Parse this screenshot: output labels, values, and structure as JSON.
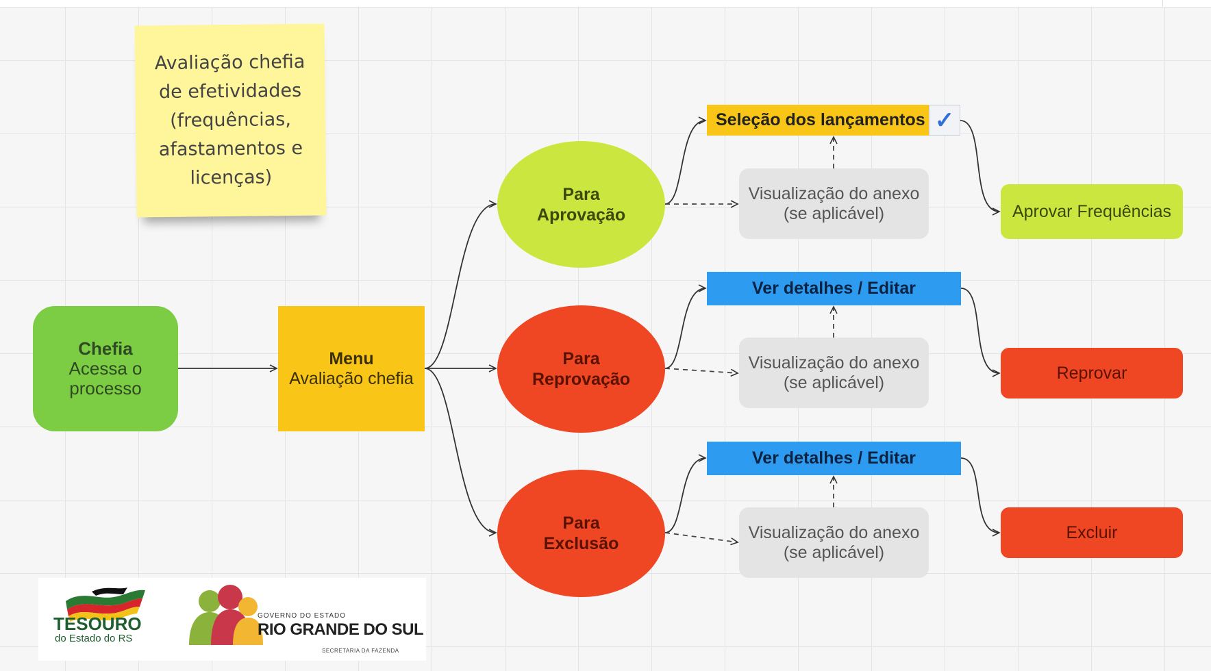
{
  "note": {
    "lines": [
      "Avaliação chefia",
      "de efetividades",
      "(frequências,",
      "afastamentos e",
      "licenças)"
    ]
  },
  "start": {
    "title": "Chefia",
    "line1": "Acessa o",
    "line2": "processo"
  },
  "menu": {
    "title": "Menu",
    "subtitle": "Avaliação chefia"
  },
  "branches": {
    "aprovacao": {
      "line1": "Para",
      "line2": "Aprovação"
    },
    "reprovacao": {
      "line1": "Para",
      "line2": "Reprovação"
    },
    "exclusao": {
      "line1": "Para",
      "line2": "Exclusão"
    }
  },
  "actions": {
    "selecao": "Seleção dos lançamentos",
    "ver_detalhes_1": "Ver detalhes / Editar",
    "ver_detalhes_2": "Ver detalhes / Editar",
    "anexo_line1": "Visualização do anexo",
    "anexo_line2": "(se aplicável)"
  },
  "results": {
    "aprovar": "Aprovar Frequências",
    "reprovar": "Reprovar",
    "excluir": "Excluir"
  },
  "check_icon": "checkmark-icon",
  "logos": {
    "tesouro_word": "TESOURO",
    "tesouro_sub": "do Estado do RS",
    "gov_small": "GOVERNO DO ESTADO",
    "gov_big": "RIO GRANDE DO SUL",
    "gov_sec": "SECRETARIA DA FAZENDA"
  },
  "colors": {
    "green": "#7ccd44",
    "yellow": "#f9c618",
    "lime": "#cce640",
    "red": "#ef4623",
    "blue": "#2d9bf0",
    "grey": "#e4e4e4",
    "sticky": "#fff59a"
  }
}
